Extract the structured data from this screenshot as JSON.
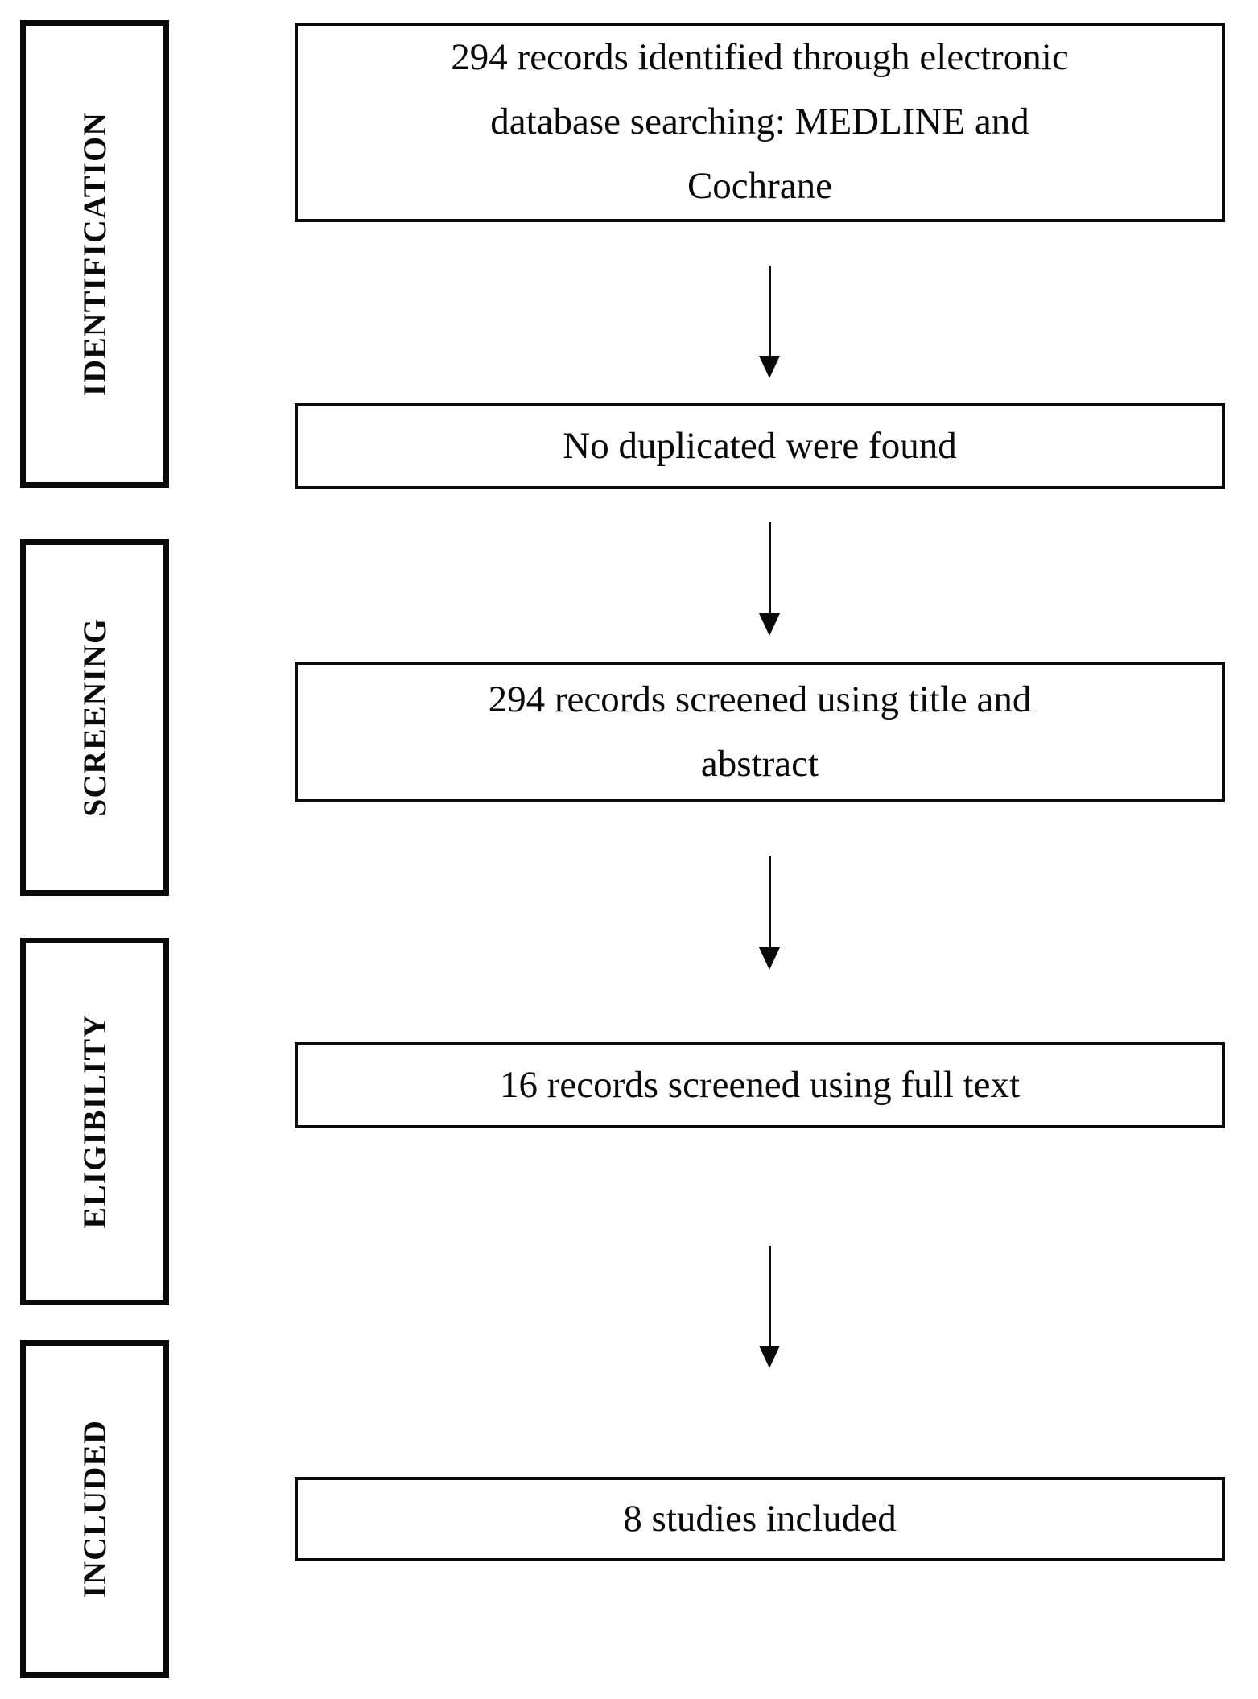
{
  "stages": [
    {
      "label": "IDENTIFICATION"
    },
    {
      "label": "SCREENING"
    },
    {
      "label": "ELIGIBILITY"
    },
    {
      "label": "INCLUDED"
    }
  ],
  "flow_boxes": [
    {
      "text": "294 records identified through electronic\ndatabase searching: MEDLINE and\nCochrane"
    },
    {
      "text": "No duplicated were found"
    },
    {
      "text": "294 records screened using title and\nabstract"
    },
    {
      "text": "16 records screened using full text"
    },
    {
      "text": "8 studies included"
    }
  ],
  "colors": {
    "ink": "#0a0a0a",
    "background": "#ffffff"
  }
}
